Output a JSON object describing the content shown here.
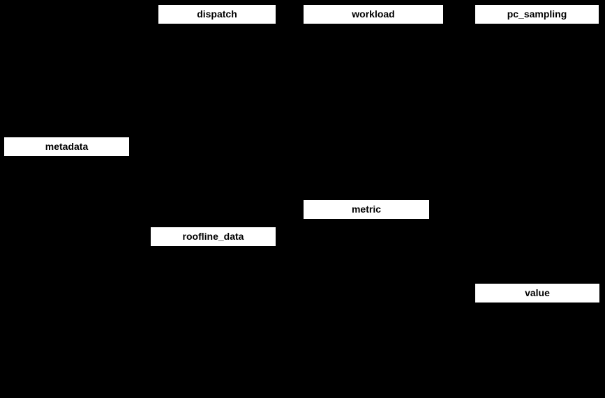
{
  "diagram": {
    "background_color": "#000000",
    "node_fill_color": "#ffffff",
    "node_text_color": "#000000",
    "tables": [
      {
        "label": "dispatch"
      },
      {
        "label": "workload"
      },
      {
        "label": "pc_sampling"
      },
      {
        "label": "metadata"
      },
      {
        "label": "metric"
      },
      {
        "label": "roofline_data"
      },
      {
        "label": "value"
      }
    ]
  }
}
